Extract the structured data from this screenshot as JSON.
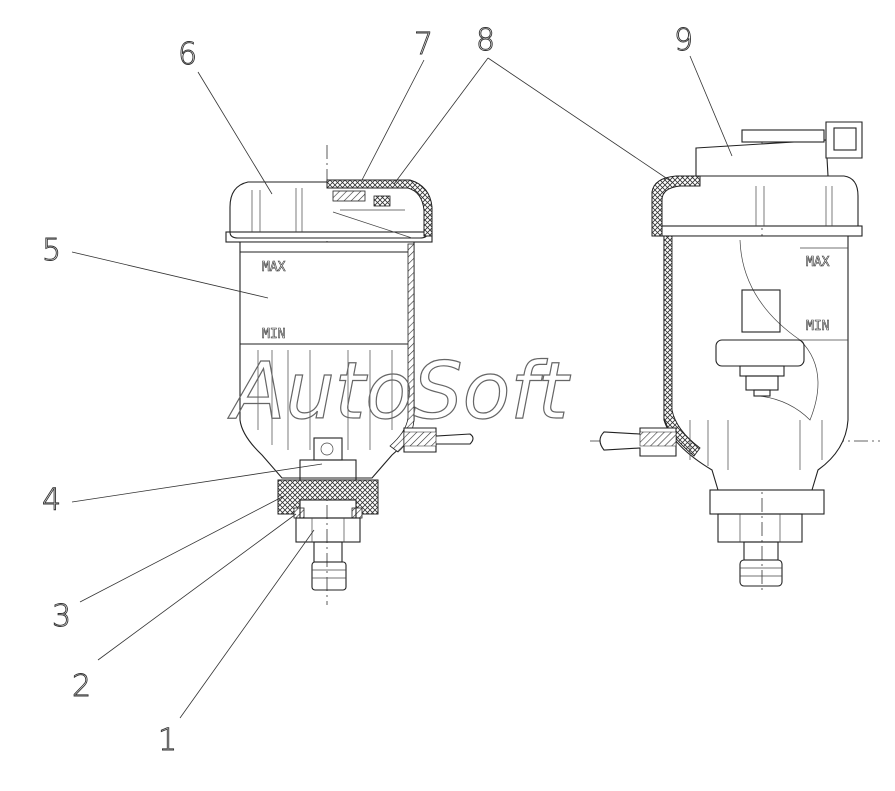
{
  "diagram": {
    "callouts": [
      {
        "id": "1",
        "label": "1"
      },
      {
        "id": "2",
        "label": "2"
      },
      {
        "id": "3",
        "label": "3"
      },
      {
        "id": "4",
        "label": "4"
      },
      {
        "id": "5",
        "label": "5"
      },
      {
        "id": "6",
        "label": "6"
      },
      {
        "id": "7",
        "label": "7"
      },
      {
        "id": "8",
        "label": "8"
      },
      {
        "id": "9",
        "label": "9"
      }
    ],
    "left_reservoir": {
      "max_label": "MAX",
      "min_label": "MIN"
    },
    "right_reservoir": {
      "max_label": "MAX",
      "min_label": "MIN"
    },
    "watermark": "AutoSoft"
  },
  "colors": {
    "line": "#222222",
    "background": "#ffffff",
    "hatch": "#333333"
  }
}
